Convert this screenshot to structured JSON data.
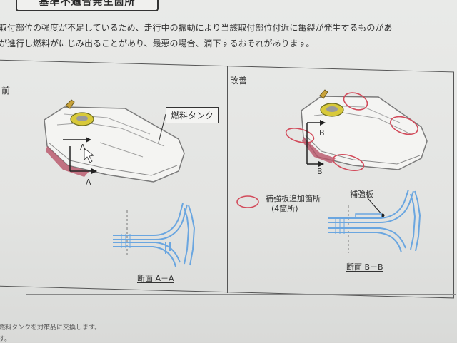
{
  "document": {
    "title": "基準不適合発生箇所",
    "description_line1": "取付部位の強度が不足しているため、走行中の振動により当該取付部位付近に亀裂が発生するものがあ",
    "description_line2": "が進行し燃料がにじみ出ることがあり、最悪の場合、滴下するおそれがあります。"
  },
  "left_panel": {
    "label": "前",
    "callout": "燃料タンク",
    "marker_a1": "A",
    "marker_a2": "A",
    "section_label": "断面 A－A"
  },
  "right_panel": {
    "label": "改善",
    "marker_b1": "B",
    "marker_b2": "B",
    "reinforcement_note_line1": "補強板追加箇所",
    "reinforcement_note_line2": "(4箇所)",
    "plate_label": "補強板",
    "section_label": "断面 B－B"
  },
  "footer": {
    "line1": "燃料タンクを対策品に交換します。",
    "line2": "す。"
  },
  "colors": {
    "highlight_red": "#d24a5a",
    "section_blue": "#6aa6e0",
    "tank_yellow": "#d8c93a"
  }
}
